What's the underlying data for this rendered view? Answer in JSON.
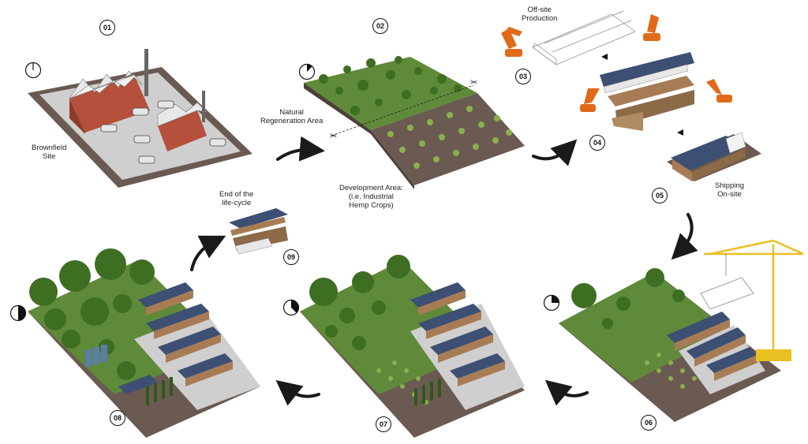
{
  "steps": [
    {
      "id": "01"
    },
    {
      "id": "02"
    },
    {
      "id": "03"
    },
    {
      "id": "04"
    },
    {
      "id": "05"
    },
    {
      "id": "06"
    },
    {
      "id": "07"
    },
    {
      "id": "08"
    },
    {
      "id": "09"
    }
  ],
  "labels": {
    "brownfield": [
      "Brownfield",
      "Site"
    ],
    "natural_regeneration": [
      "Natural",
      "Regeneration Area"
    ],
    "development_area": [
      "Development Area:",
      "(i.e. Industrial",
      "Hemp Crops)"
    ],
    "offsite_production": [
      "Off-site",
      "Production"
    ],
    "shipping": [
      "Shipping",
      "On-site"
    ],
    "end_of_life": [
      "End of the",
      "life-cycle"
    ]
  },
  "clock_fractions": {
    "01": 0,
    "02": 0.125,
    "06": 0.25,
    "07": 0.375,
    "08": 0.5
  },
  "colors": {
    "brick": "#b5503c",
    "roof": "#e8e8e8",
    "ground": "#6b5a52",
    "concrete": "#cfcfcf",
    "grass": "#5f8a3a",
    "tree": "#4d7a2a",
    "hemp": "#8ab04a",
    "solar": "#3d4f73",
    "wood": "#a77c55",
    "robot": "#e06a1a",
    "crane": "#e8c021",
    "arrow": "#1a1a1a"
  }
}
